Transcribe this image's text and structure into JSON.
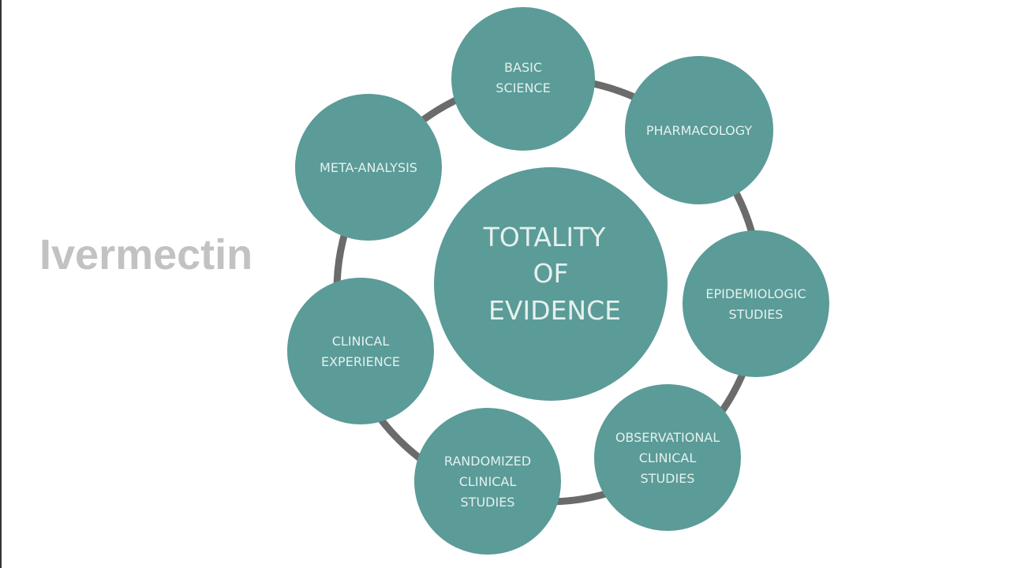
{
  "title": "Ivermectin",
  "colors": {
    "node": "#5b9b98",
    "text": "#e4f1ee",
    "ring": "#6b6b6b",
    "title": "#c2c2c2"
  },
  "center": {
    "lines": [
      "TOTALITY",
      "OF",
      "EVIDENCE"
    ]
  },
  "nodes": [
    {
      "id": "basic-science",
      "lines": [
        "BASIC",
        "SCIENCE"
      ]
    },
    {
      "id": "pharmacology",
      "lines": [
        "PHARMACOLOGY"
      ]
    },
    {
      "id": "epidemiologic-studies",
      "lines": [
        "EPIDEMIOLOGIC",
        "STUDIES"
      ]
    },
    {
      "id": "observational-clinical-studies",
      "lines": [
        "OBSERVATIONAL",
        "CLINICAL",
        "STUDIES"
      ]
    },
    {
      "id": "randomized-clinical-studies",
      "lines": [
        "RANDOMIZED",
        "CLINICAL",
        "STUDIES"
      ]
    },
    {
      "id": "clinical-experience",
      "lines": [
        "CLINICAL",
        "EXPERIENCE"
      ]
    },
    {
      "id": "meta-analysis",
      "lines": [
        "META-ANALYSIS"
      ]
    }
  ]
}
